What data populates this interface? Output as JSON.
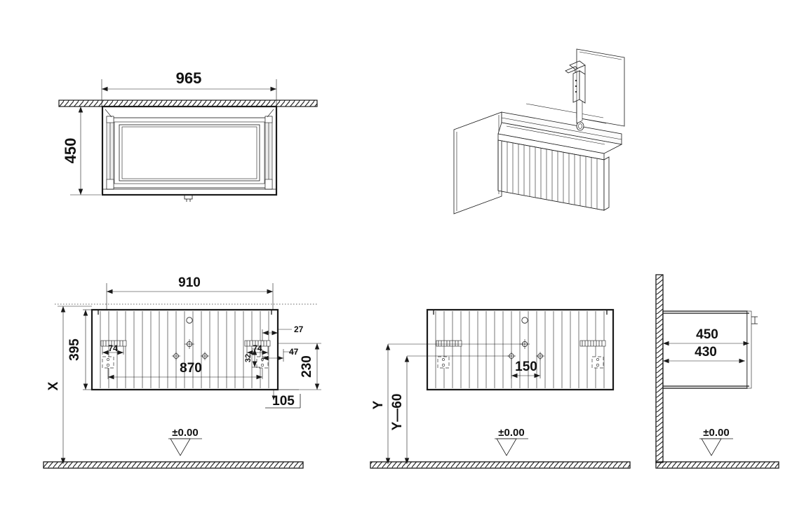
{
  "drawing": {
    "title": "Bathroom vanity unit installation drawing",
    "units": "mm",
    "line_color": "#1a1a1a",
    "flute_color": "#555555",
    "background": "#ffffff"
  },
  "views": {
    "top_plan": {
      "name": "Top plan view",
      "dimensions": {
        "width": "965",
        "depth": "450"
      }
    },
    "isometric": {
      "name": "Isometric view",
      "features": {
        "front_panel": "fluted-front-panel",
        "side_panel": "plain-side-panel",
        "hardware": "wall-mount-bracket",
        "drain_hole": "drain-hole"
      }
    },
    "front_elevation": {
      "name": "Front elevation",
      "dimensions": {
        "overall_width": "910",
        "cabinet_height": "395",
        "bracket_span": "870",
        "bracket_offset_left": "74",
        "bracket_offset_right": "74",
        "edge_inset": "27",
        "hole_offset": "47",
        "vertical_detail": "32",
        "lower_height": "230",
        "bottom_offset": "105",
        "floor_height_label": "X",
        "floor_datum": "±0.00"
      }
    },
    "rear_elevation": {
      "name": "Rear / mounting elevation",
      "dimensions": {
        "hole_spacing": "150",
        "height_label": "Y",
        "lower_height_label": "Y—60",
        "floor_datum": "±0.00"
      }
    },
    "side_elevation": {
      "name": "Side elevation with wall",
      "dimensions": {
        "depth_outer": "450",
        "depth_inner": "430",
        "floor_datum": "±0.00"
      }
    }
  }
}
